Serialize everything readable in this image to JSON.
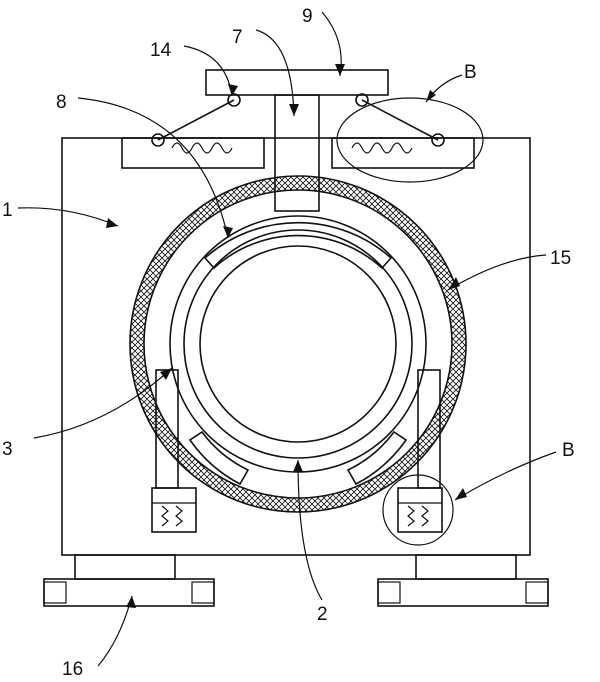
{
  "diagram": {
    "labels": {
      "l1": "1",
      "l2": "2",
      "l3": "3",
      "l7": "7",
      "l8": "8",
      "l9": "9",
      "l14": "14",
      "l15": "15",
      "l16": "16",
      "lB_top": "B",
      "lB_bottom": "B"
    }
  }
}
